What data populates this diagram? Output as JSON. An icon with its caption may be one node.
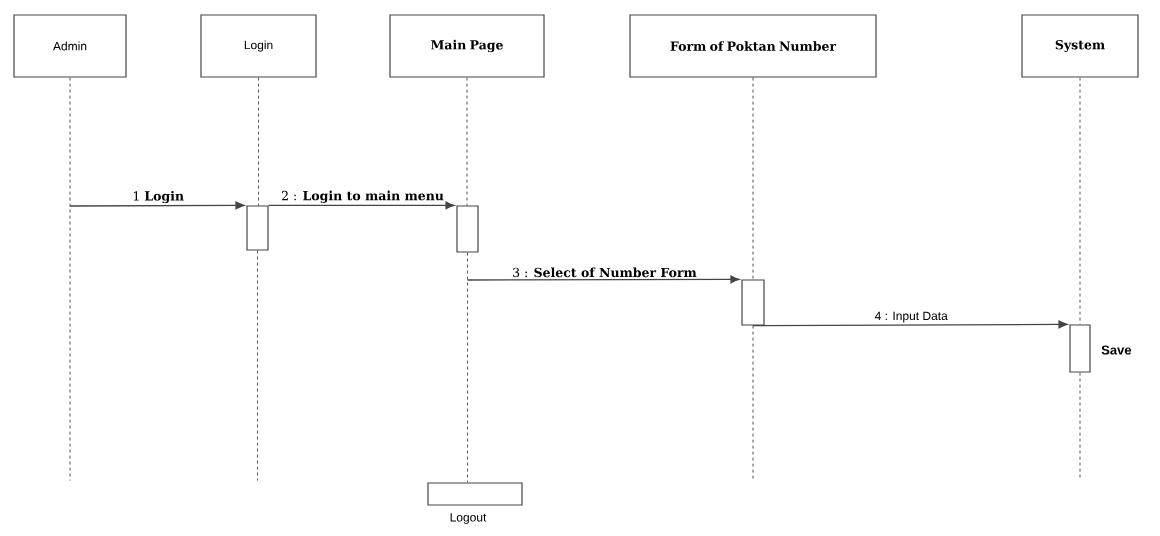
{
  "diagram": {
    "nodes": [
      {
        "text": [
          "Admin"
        ]
      },
      {
        "text": [
          "Login"
        ]
      },
      {
        "text": [
          "Main Page"
        ]
      },
      {
        "text": [
          "Form of Poktan Number"
        ]
      },
      {
        "text": [
          "System"
        ]
      },
      {
        "text": [],
        "shape": "bar"
      },
      {
        "text": [],
        "shape": "bar"
      },
      {
        "text": [],
        "shape": "bar"
      },
      {
        "text": [],
        "shape": "bar",
        "beside": [
          "Save"
        ]
      },
      {
        "text": [],
        "shape": "box",
        "beside": [
          "Logout"
        ]
      }
    ],
    "edges": [
      {
        "from": null,
        "to": 5,
        "arrow": "to",
        "label": "1 **Login**"
      },
      {
        "from": 5,
        "to": 6,
        "arrow": "to",
        "label": "2 : **Login to main menu**"
      },
      {
        "from": null,
        "to": 7,
        "arrow": "to",
        "label": "3 : **Select of Number Form**"
      },
      {
        "from": 7,
        "to": 8,
        "arrow": "to",
        "label": "4 : Input Data"
      },
      {
        "from": 0,
        "to": null,
        "arrow": "none",
        "style": "dashed"
      },
      {
        "from": 1,
        "to": 5,
        "arrow": "none",
        "style": "dashed"
      },
      {
        "from": 5,
        "to": null,
        "arrow": "none",
        "style": "dashed"
      },
      {
        "from": 2,
        "to": 6,
        "arrow": "none",
        "style": "dashed"
      },
      {
        "from": 6,
        "to": 9,
        "arrow": "none",
        "style": "dashed"
      },
      {
        "from": 3,
        "to": 7,
        "arrow": "none",
        "style": "dashed"
      },
      {
        "from": 7,
        "to": null,
        "arrow": "none",
        "style": "dashed"
      },
      {
        "from": 4,
        "to": 8,
        "arrow": "none",
        "style": "dashed"
      },
      {
        "from": 8,
        "to": null,
        "arrow": "none",
        "style": "dashed"
      }
    ]
  }
}
